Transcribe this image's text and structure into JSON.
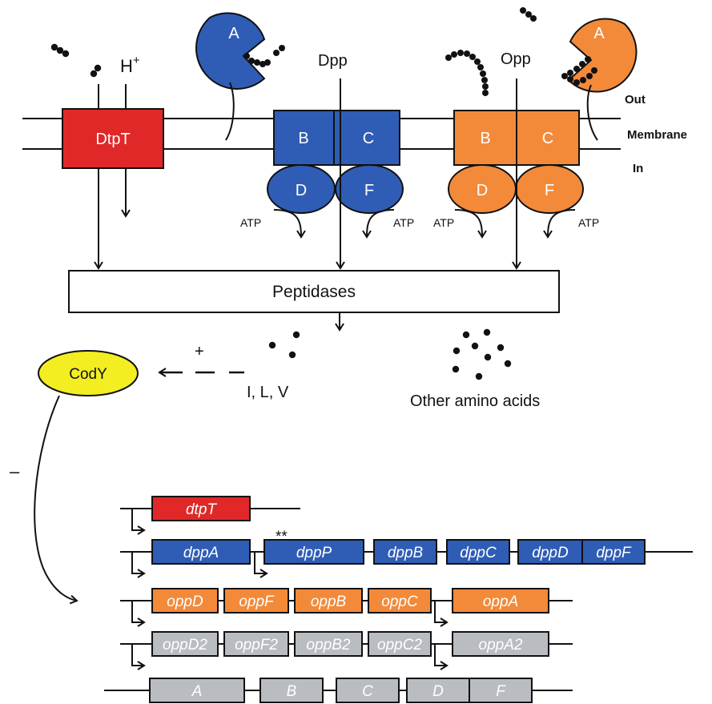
{
  "colors": {
    "red": "#e02828",
    "blue": "#2f5db5",
    "orange": "#f28a3a",
    "gray": "#b9bcc0",
    "yellow": "#f2ee22"
  },
  "labels": {
    "out": "Out",
    "membrane": "Membrane",
    "in": "In",
    "h_plus": "H",
    "h_plus_sup": "+",
    "dtpt": "DtpT",
    "dpp": "Dpp",
    "opp": "Opp",
    "atp": "ATP",
    "peptidases": "Peptidases",
    "ilv": "I, L, V",
    "other_amino_acids": "Other amino acids",
    "cody": "CodY",
    "plus": "+",
    "minus": "–",
    "asterisks": "**"
  },
  "dpp_subunits": {
    "a": "A",
    "b": "B",
    "c": "C",
    "d": "D",
    "f": "F"
  },
  "opp_subunits": {
    "a": "A",
    "b": "B",
    "c": "C",
    "d": "D",
    "f": "F"
  },
  "operons": {
    "dtpT": [
      "dtpT"
    ],
    "dpp": [
      "dppA",
      "dppP",
      "dppB",
      "dppC",
      "dppD",
      "dppF"
    ],
    "opp": [
      "oppD",
      "oppF",
      "oppB",
      "oppC",
      "oppA"
    ],
    "opp2": [
      "oppD2",
      "oppF2",
      "oppB2",
      "oppC2",
      "oppA2"
    ],
    "generic": [
      "A",
      "B",
      "C",
      "D",
      "F"
    ]
  }
}
